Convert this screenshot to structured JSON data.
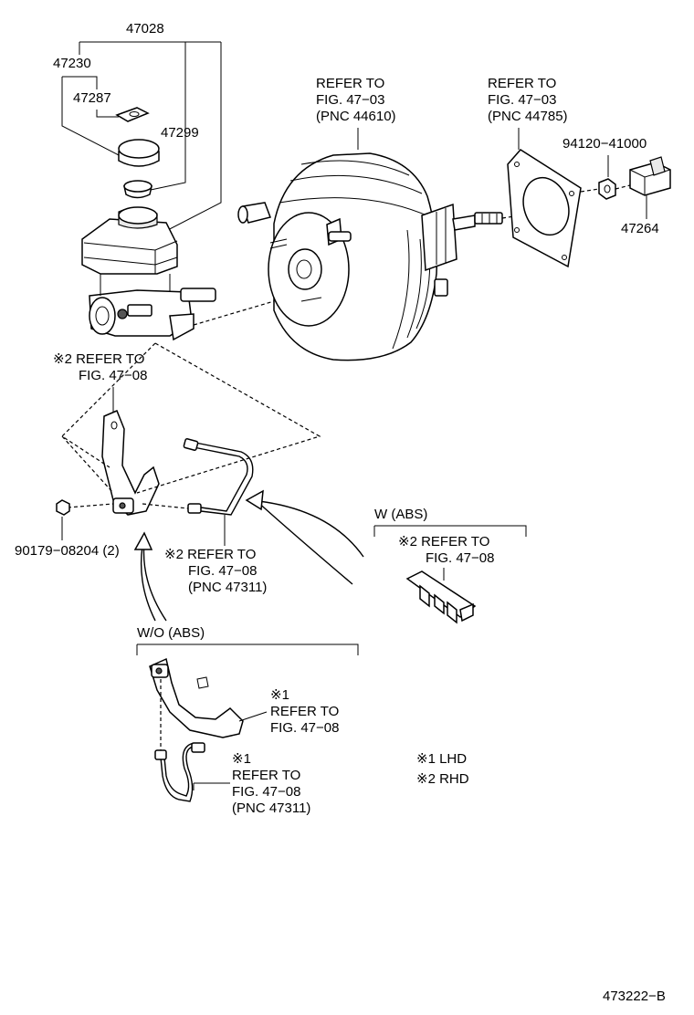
{
  "labels": {
    "pnc_47028": "47028",
    "pnc_47230": "47230",
    "pnc_47287": "47287",
    "pnc_47299": "47299",
    "refer_booster_1": "REFER TO",
    "refer_booster_2": "FIG. 47−03",
    "refer_booster_3": "(PNC 44610)",
    "refer_gasket_1": "REFER TO",
    "refer_gasket_2": "FIG. 47−03",
    "refer_gasket_3": "(PNC 44785)",
    "pnc_94120": "94120−41000",
    "pnc_47264": "47264",
    "refer_rhd_bracket_1": "※2 REFER TO",
    "refer_rhd_bracket_2": "FIG. 47−08",
    "pnc_90179": "90179−08204 (2)",
    "refer_rhd_tube_1": "※2 REFER TO",
    "refer_rhd_tube_2": "FIG. 47−08",
    "refer_rhd_tube_3": "(PNC 47311)",
    "w_abs_title": "W (ABS)",
    "w_abs_refer_1": "※2 REFER TO",
    "w_abs_refer_2": "FIG. 47−08",
    "wo_abs_title": "W/O (ABS)",
    "wo_bracket_mark": "※1",
    "wo_bracket_refer_1": "REFER TO",
    "wo_bracket_refer_2": "FIG. 47−08",
    "wo_tube_mark": "※1",
    "wo_tube_refer_1": "REFER TO",
    "wo_tube_refer_2": "FIG. 47−08",
    "wo_tube_refer_3": "(PNC 47311)",
    "legend_lhd": "※1 LHD",
    "legend_rhd": "※2 RHD",
    "figure_id": "473222−B"
  }
}
